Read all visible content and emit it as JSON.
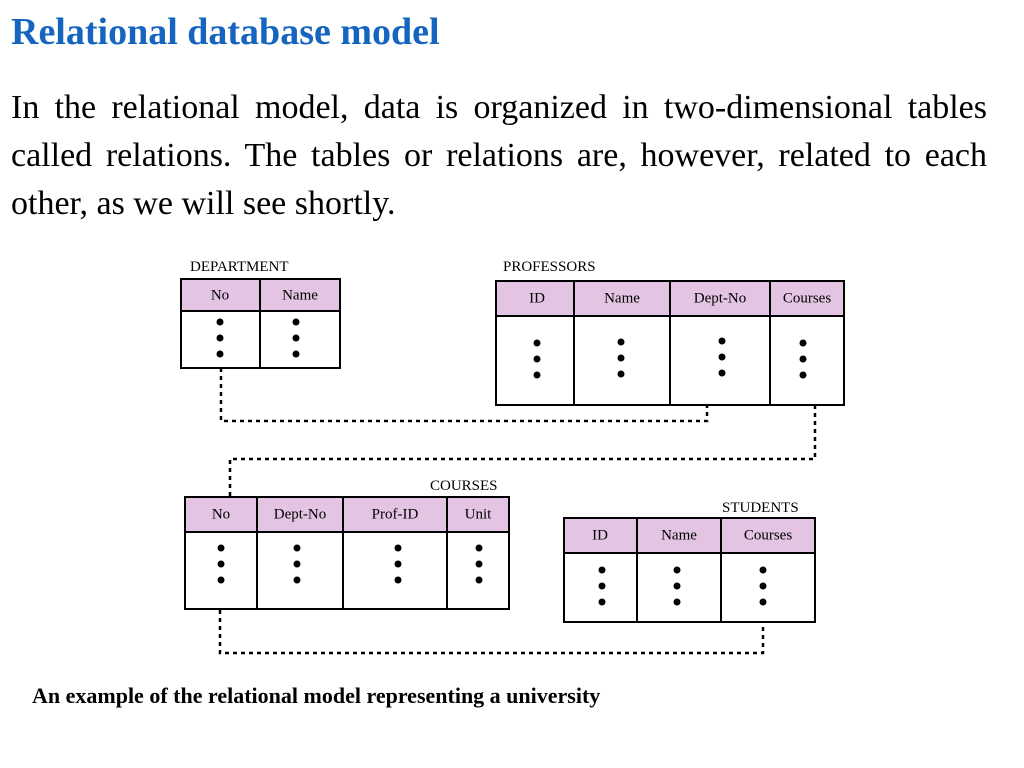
{
  "slide": {
    "title": "Relational database model",
    "intro": "In the relational model, data is organized in two-dimensional tables called relations. The tables or relations are, however, related to each other, as we will see shortly.",
    "caption": "An example of the relational model representing a university"
  },
  "tables": {
    "department": {
      "name": "DEPARTMENT",
      "columns": [
        "No",
        "Name"
      ]
    },
    "professors": {
      "name": "PROFESSORS",
      "columns": [
        "ID",
        "Name",
        "Dept-No",
        "Courses"
      ]
    },
    "courses": {
      "name": "COURSES",
      "columns": [
        "No",
        "Dept-No",
        "Prof-ID",
        "Unit"
      ]
    },
    "students": {
      "name": "STUDENTS",
      "columns": [
        "ID",
        "Name",
        "Courses"
      ]
    }
  },
  "colors": {
    "title": "#1565c0",
    "header_fill": "#e3c4e3"
  }
}
